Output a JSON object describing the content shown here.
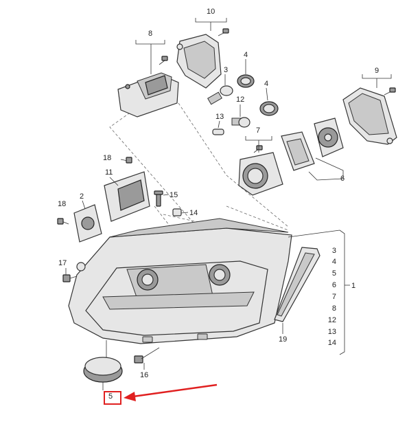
{
  "callouts": {
    "c10": "10",
    "c8": "8",
    "c3_top": "3",
    "c4_a": "4",
    "c4_b": "4",
    "c9": "9",
    "c12": "12",
    "c13": "13",
    "c7": "7",
    "c18_a": "18",
    "c11": "11",
    "c6": "6",
    "c2": "2",
    "c15": "15",
    "c18_b": "18",
    "c14": "14",
    "c17": "17",
    "c19": "19",
    "c16": "16",
    "c5": "5",
    "c1": "1"
  },
  "assembly_list": [
    "3",
    "4",
    "5",
    "6",
    "7",
    "8",
    "12",
    "13",
    "14"
  ],
  "colors": {
    "highlight": "#e02020",
    "line": "#333333",
    "part_fill": "#e6e6e6",
    "part_dark": "#9a9a9a"
  }
}
